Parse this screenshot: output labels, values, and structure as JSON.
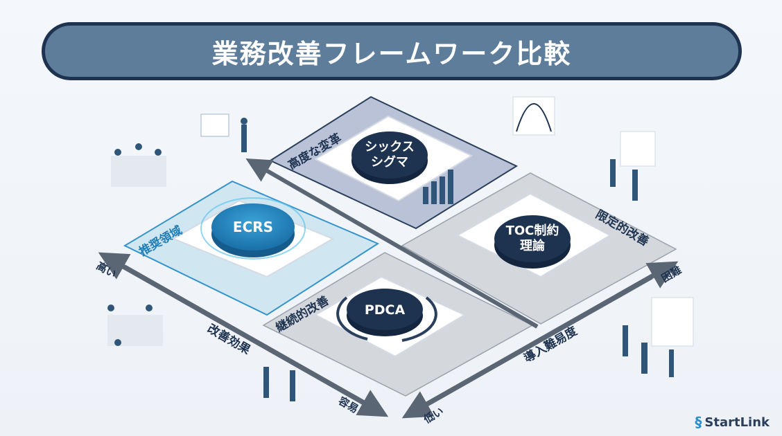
{
  "title": "業務改善フレームワーク比較",
  "quadrants": [
    {
      "label": "高度な変革",
      "framework_line1": "シックス",
      "framework_line2": "シグマ"
    },
    {
      "label": "推奨領域",
      "framework_line1": "ECRS"
    },
    {
      "label": "限定的改善",
      "framework_line1": "TOC制約",
      "framework_line2": "理論"
    },
    {
      "label": "継続的改善",
      "framework_line1": "PDCA"
    }
  ],
  "axes": {
    "effect": {
      "label": "改善効果",
      "high": "高い",
      "low": "容易"
    },
    "difficulty": {
      "label": "導入難易度",
      "low": "低い",
      "high": "困難"
    }
  },
  "logo": "StartLink",
  "colors": {
    "navy": "#1e3350",
    "accent": "#2a8fc9",
    "recommended": "#cfe6f0"
  }
}
